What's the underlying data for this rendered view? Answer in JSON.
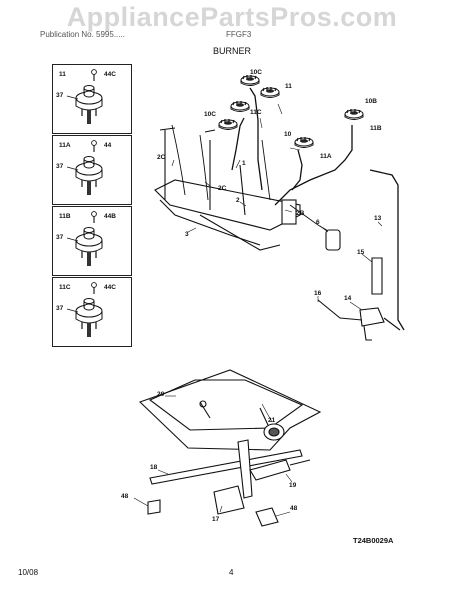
{
  "header": {
    "watermark": "AppliancePartsPros.com",
    "publication": "Publication No. 5995.....",
    "model": "FFGF3",
    "section": "BURNER"
  },
  "footer": {
    "date": "10/08",
    "page": "4",
    "drawing_id": "T24B0029A"
  },
  "insets": [
    {
      "part": "11",
      "screw": "44C",
      "ref": "37"
    },
    {
      "part": "11A",
      "screw": "44",
      "ref": "37"
    },
    {
      "part": "11B",
      "screw": "44B",
      "ref": "37"
    },
    {
      "part": "11C",
      "screw": "44C",
      "ref": "37"
    }
  ],
  "callouts": {
    "c10c_top": "10C",
    "c11_top": "11",
    "c10c_mid": "10C",
    "c11c": "11C",
    "c10b": "10B",
    "c11b": "11B",
    "c10": "10",
    "c11a": "11A",
    "c1": "1",
    "c2c_a": "2C",
    "c2c_b": "2C",
    "c2": "2",
    "c2b": "2B",
    "c3": "3",
    "c6": "6",
    "c13": "13",
    "c15": "15",
    "c16": "16",
    "c14": "14",
    "c20": "20",
    "c21": "21",
    "c18": "18",
    "c19": "19",
    "c48a": "48",
    "c48b": "48",
    "c17": "17"
  }
}
